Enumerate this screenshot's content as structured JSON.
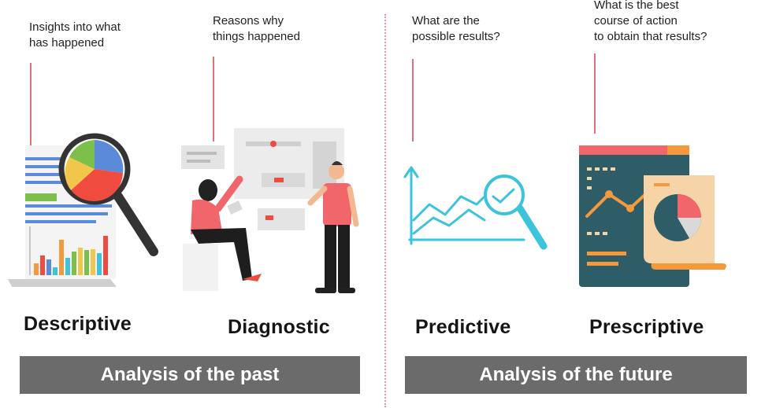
{
  "columns": [
    {
      "id": "descriptive",
      "question": "Insights into what\nhas happened",
      "label": "Descriptive",
      "illustration": "magnifier-over-report-icon"
    },
    {
      "id": "diagnostic",
      "question": "Reasons why\nthings happened",
      "label": "Diagnostic",
      "illustration": "people-analyzing-dashboard-icon"
    },
    {
      "id": "predictive",
      "question": "What are the\npossible results?",
      "label": "Predictive",
      "illustration": "line-chart-magnifier-icon"
    },
    {
      "id": "prescriptive",
      "question": "What is the best\ncourse of action\nto obtain that results?",
      "label": "Prescriptive",
      "illustration": "tablet-pie-chart-icon"
    }
  ],
  "sections": {
    "past": "Analysis of the past",
    "future": "Analysis of the future"
  },
  "colors": {
    "connector": "#e0707a",
    "section_bar": "#6b6b6b",
    "teal": "#3ec3dc",
    "dark_teal": "#2e5c67",
    "coral": "#f0666a",
    "orange": "#f49a3c"
  }
}
